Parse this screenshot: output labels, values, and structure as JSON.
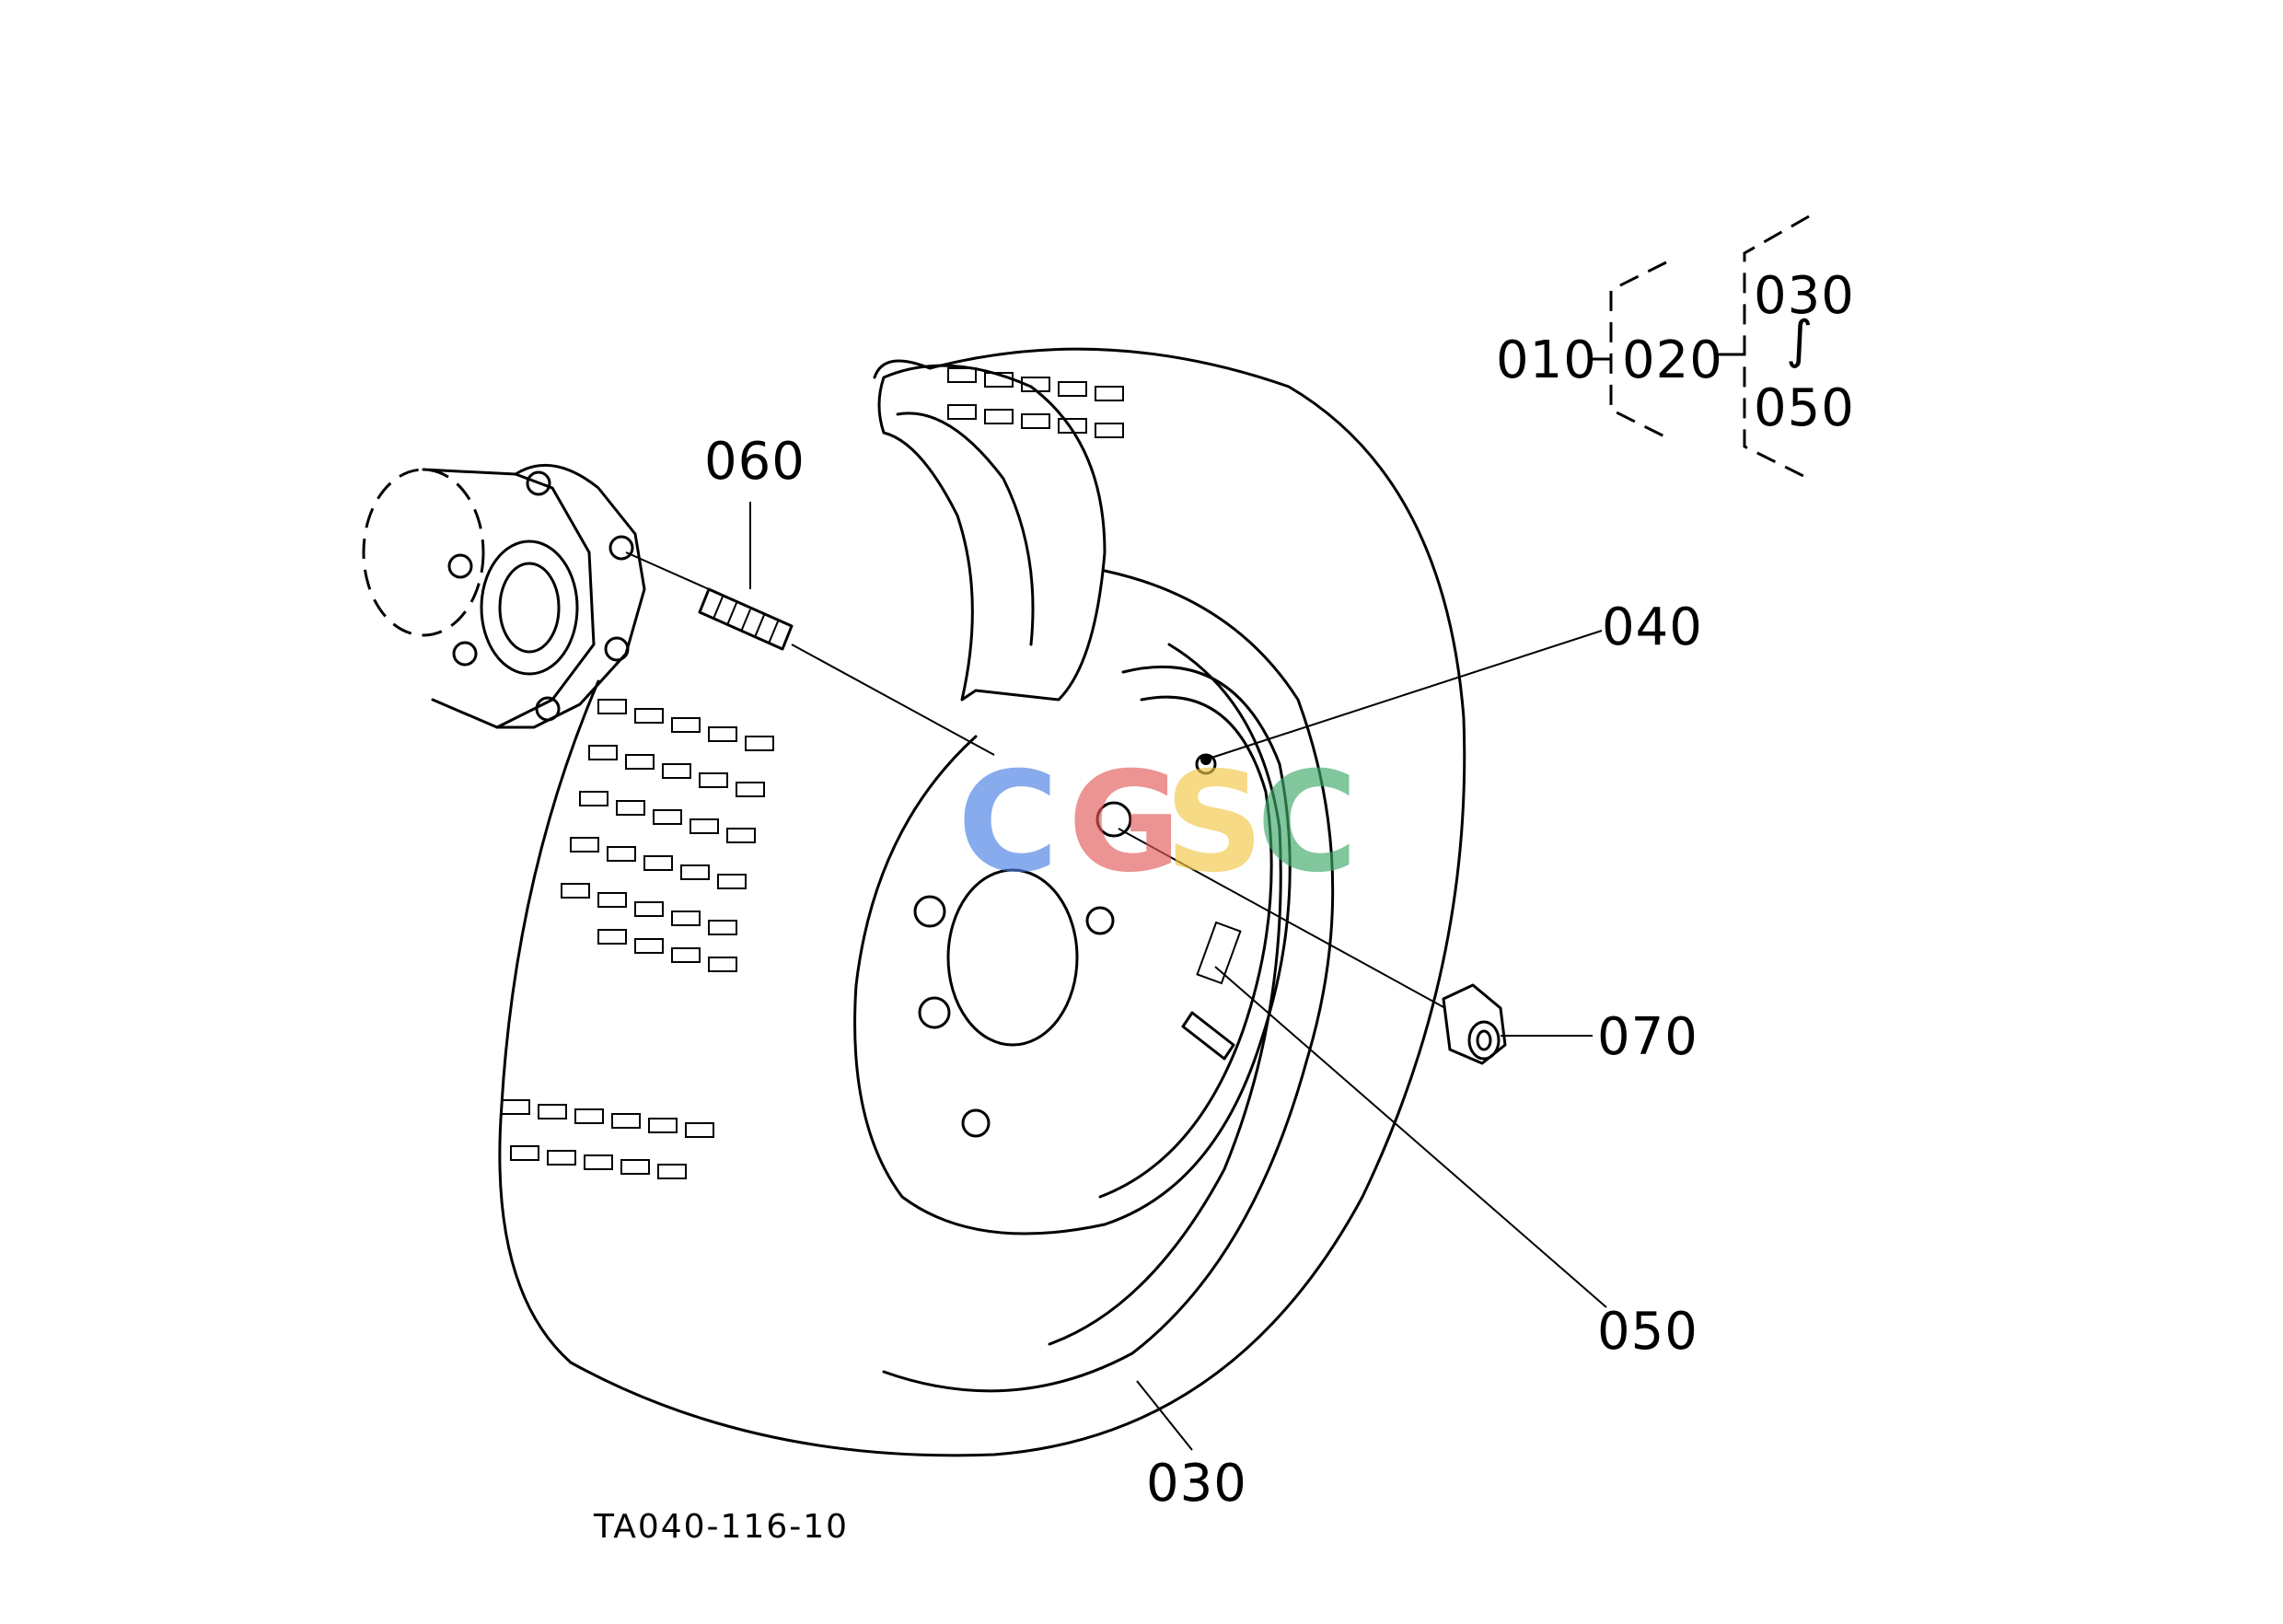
{
  "diagram": {
    "callouts": {
      "c010": "010",
      "c020": "020",
      "c030_top": "030",
      "c050_top": "050",
      "c060": "060",
      "c040": "040",
      "c070": "070",
      "c050": "050",
      "c030": "030"
    },
    "range_symbol": "∫",
    "figure_code": "TA040-116-10",
    "watermark": {
      "letters": [
        "C",
        "G",
        "S",
        "C"
      ],
      "colors": [
        "#4a7fe6",
        "#e35a5a",
        "#f2c744",
        "#3fa86a"
      ]
    }
  }
}
